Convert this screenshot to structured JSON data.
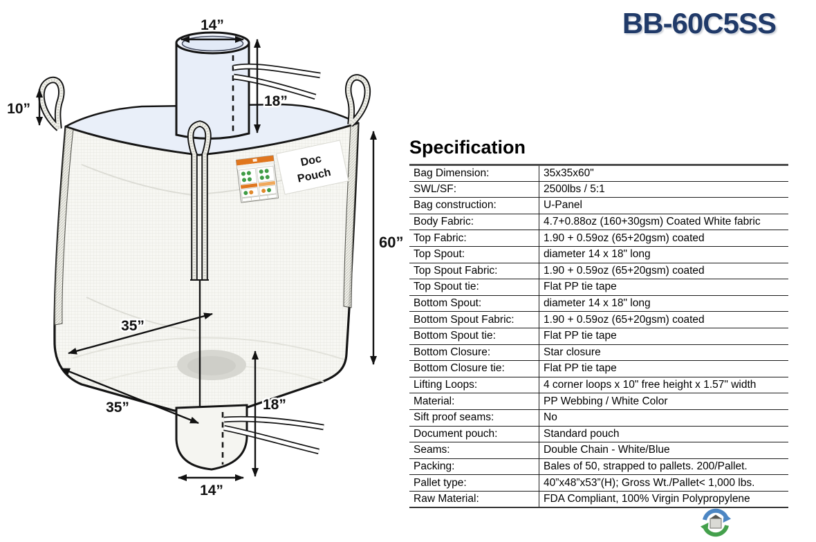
{
  "title": "BB-60C5SS",
  "spec": {
    "heading": "Specification",
    "rows": [
      {
        "label": "Bag Dimension:",
        "value": "35x35x60\""
      },
      {
        "label": "SWL/SF:",
        "value": "2500lbs / 5:1"
      },
      {
        "label": "Bag construction:",
        "value": "U-Panel"
      },
      {
        "label": "Body Fabric:",
        "value": "4.7+0.88oz (160+30gsm) Coated White fabric"
      },
      {
        "label": "Top Fabric:",
        "value": "1.90 + 0.59oz (65+20gsm) coated"
      },
      {
        "label": "Top Spout:",
        "value": "diameter 14 x 18\" long"
      },
      {
        "label": "Top Spout Fabric:",
        "value": "1.90 + 0.59oz (65+20gsm) coated"
      },
      {
        "label": "Top Spout tie:",
        "value": "Flat PP tie tape"
      },
      {
        "label": "Bottom Spout:",
        "value": "diameter 14 x 18\" long"
      },
      {
        "label": "Bottom Spout Fabric:",
        "value": "1.90 + 0.59oz (65+20gsm) coated"
      },
      {
        "label": "Bottom Spout tie:",
        "value": "Flat PP tie tape"
      },
      {
        "label": "Bottom Closure:",
        "value": "Star closure"
      },
      {
        "label": "Bottom Closure tie:",
        "value": "Flat PP tie tape"
      },
      {
        "label": "Lifting Loops:",
        "value": "4 corner loops x 10\" free height x 1.57\" width"
      },
      {
        "label": "Material:",
        "value": "PP Webbing / White Color"
      },
      {
        "label": "Sift proof seams:",
        "value": "No"
      },
      {
        "label": "Document pouch:",
        "value": "Standard pouch"
      },
      {
        "label": "Seams:",
        "value": "Double Chain - White/Blue"
      },
      {
        "label": "Packing:",
        "value": "Bales of 50, strapped to pallets. 200/Pallet."
      },
      {
        "label": "Pallet type:",
        "value": "40”x48”x53”(H); Gross Wt./Pallet< 1,000 lbs."
      },
      {
        "label": "Raw Material:",
        "value": "FDA Compliant, 100% Virgin Polypropylene"
      }
    ]
  },
  "diagram": {
    "dims": {
      "top_spout_diameter": "14”",
      "top_spout_length": "18”",
      "lifting_loop_height": "10”",
      "bag_height": "60”",
      "base_depth": "35”",
      "base_width": "35”",
      "bottom_spout_length": "18”",
      "bottom_spout_diameter": "14”"
    },
    "doc_pouch": {
      "line1": "Doc",
      "line2": "Pouch"
    }
  },
  "colors": {
    "title_navy": "#203a69",
    "top_panel_blue": "#e9eff9",
    "logo_blue": "#4c86c3",
    "logo_green": "#44a04c",
    "warning_label_orange": "#e0761e"
  }
}
